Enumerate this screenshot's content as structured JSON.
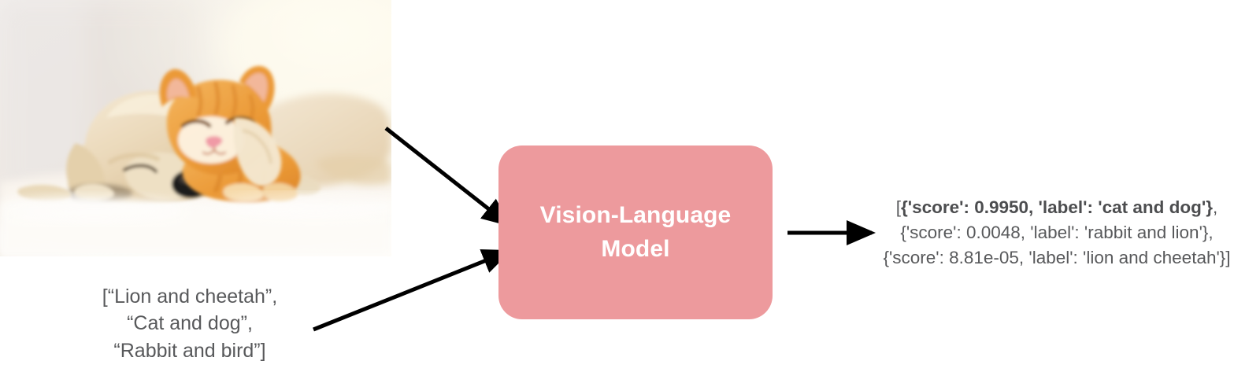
{
  "diagram": {
    "title": "Vision-Language Model zero-shot image classification pipeline",
    "accent_color": "#ED9A9D",
    "text_color": "#58595B",
    "arrow_color": "#000000"
  },
  "input_image": {
    "name": "puppy-and-kitten-photo",
    "alt": "A golden puppy and an orange tabby kitten sleeping together on a white blanket",
    "subjects": [
      "puppy",
      "kitten"
    ]
  },
  "prompt": {
    "text": "[“Lion and cheetah”,\n“Cat and dog”,\n“Rabbit and bird”]",
    "labels": [
      "Lion and cheetah",
      "Cat and dog",
      "Rabbit and bird"
    ]
  },
  "model": {
    "label": "Vision-Language\nModel"
  },
  "output": {
    "lines": [
      "[{'score': 0.9950, 'label': 'cat and dog'},",
      "{'score': 0.0048, 'label': 'rabbit and lion'},",
      "{'score': 8.81e-05, 'label': 'lion and cheetah'}]"
    ],
    "line1_prefix": "[",
    "line1_bold": "{'score': 0.9950, 'label': 'cat and dog'}",
    "line1_suffix": ",",
    "line2": "{'score': 0.0048, 'label': 'rabbit and lion'},",
    "line3": "{'score': 8.81e-05, 'label': 'lion and cheetah'}]",
    "predictions": [
      {
        "score": "0.9950",
        "label": "cat and dog"
      },
      {
        "score": "0.0048",
        "label": "rabbit and lion"
      },
      {
        "score": "8.81e-05",
        "label": "lion and cheetah"
      }
    ]
  },
  "arrows": {
    "image_to_model": "arrow-image-to-model",
    "prompt_to_model": "arrow-prompt-to-model",
    "model_to_output": "arrow-model-to-output"
  }
}
